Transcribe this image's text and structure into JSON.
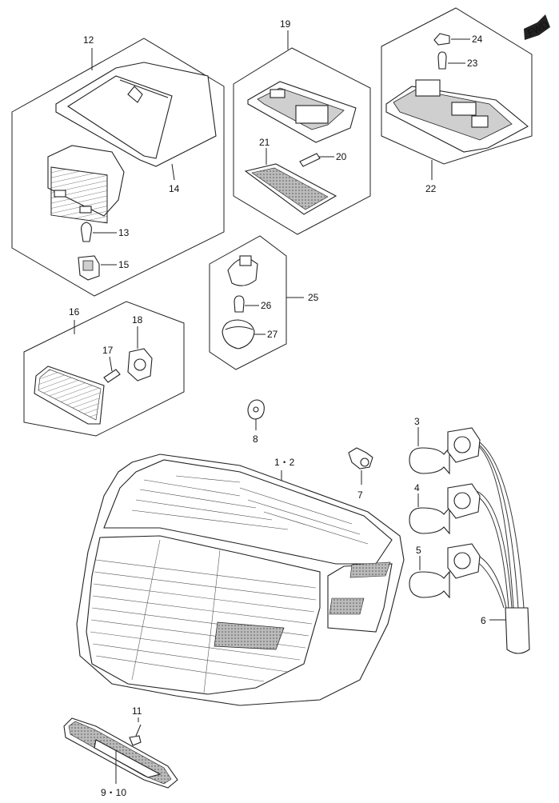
{
  "fwd_label": "FWD",
  "labels": {
    "p12": "12",
    "p13": "13",
    "p14": "14",
    "p15": "15",
    "p19": "19",
    "p20": "20",
    "p21": "21",
    "p22": "22",
    "p23": "23",
    "p24": "24",
    "p25": "25",
    "p26": "26",
    "p27": "27",
    "p16": "16",
    "p17": "17",
    "p18": "18",
    "p8": "8",
    "p7": "7",
    "p1_2": "1・2",
    "p3": "3",
    "p4": "4",
    "p5": "5",
    "p6": "6",
    "p11": "11",
    "p9_10": "9・10"
  }
}
